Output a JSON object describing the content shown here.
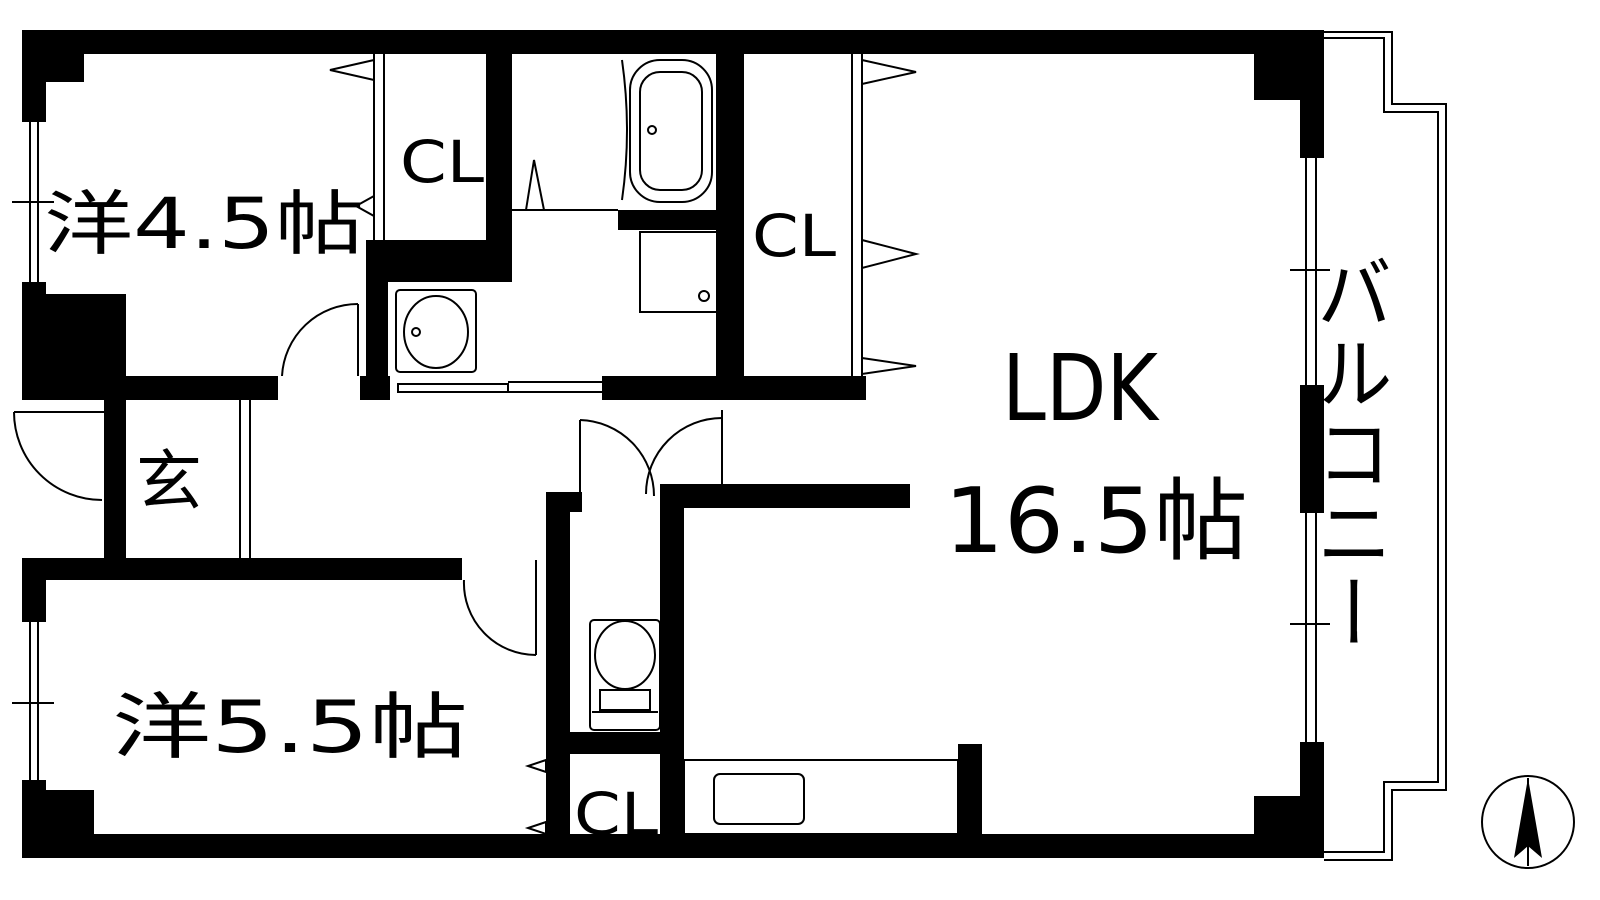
{
  "rooms": {
    "western_a": "洋4.5帖",
    "western_b": "洋5.5帖",
    "entrance": "玄",
    "ldk_name": "LDK",
    "ldk_size": "16.5帖",
    "balcony": "バルコニー"
  },
  "closets": {
    "cl_1": "CL",
    "cl_2": "CL",
    "cl_3": "CL"
  },
  "compass_icon": "north-arrow-icon",
  "colors": {
    "wall": "#000000",
    "background": "#ffffff"
  }
}
